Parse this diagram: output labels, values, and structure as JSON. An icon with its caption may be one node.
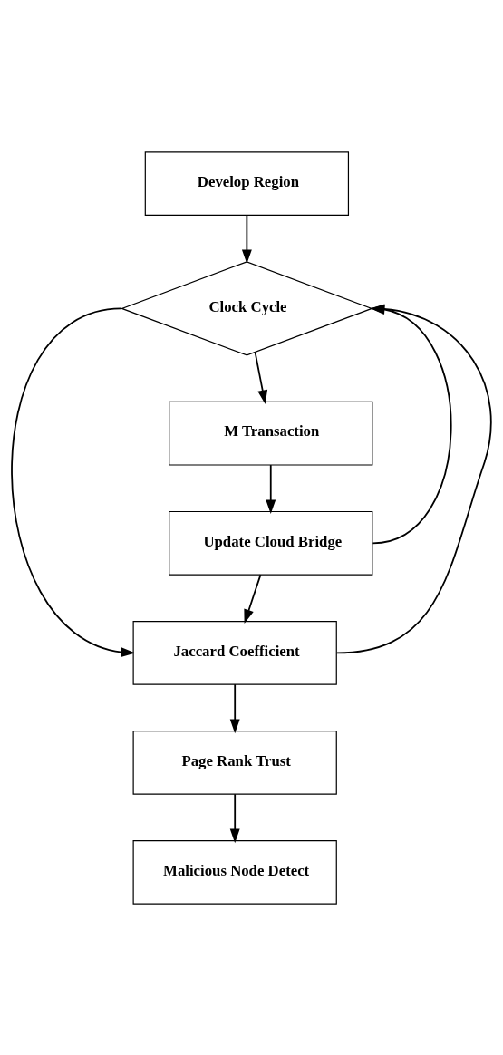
{
  "diagram": {
    "nodes": [
      {
        "text": [
          "Develop Region"
        ]
      },
      {
        "text": [
          "Clock Cycle"
        ]
      },
      {
        "text": [
          "M Transaction"
        ]
      },
      {
        "text": [
          "Update Cloud Bridge"
        ]
      },
      {
        "text": [
          "Jaccard Coefficient"
        ]
      },
      {
        "text": [
          "Page Rank Trust"
        ]
      },
      {
        "text": [
          "Malicious Node Detect"
        ]
      }
    ],
    "edges": [
      {
        "from": 0,
        "to": 1,
        "arrow": "to"
      },
      {
        "from": 1,
        "to": 2,
        "arrow": "to"
      },
      {
        "from": 2,
        "to": 3,
        "arrow": "to"
      },
      {
        "from": 3,
        "to": 4,
        "arrow": "to"
      },
      {
        "from": 1,
        "to": 4,
        "arrow": "to"
      },
      {
        "from": 4,
        "to": 5,
        "arrow": "to"
      },
      {
        "from": 5,
        "to": 6,
        "arrow": "to"
      },
      {
        "from": 3,
        "to": 1,
        "arrow": "to"
      },
      {
        "from": 4,
        "to": 1,
        "arrow": "to"
      }
    ]
  }
}
